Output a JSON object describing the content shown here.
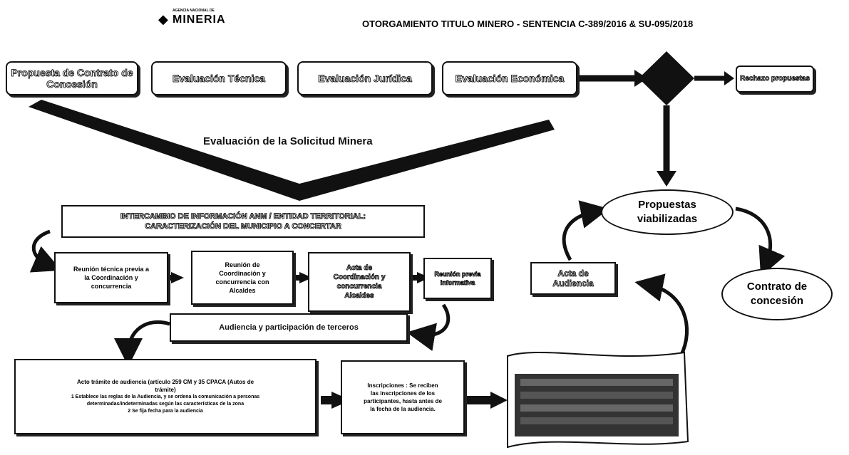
{
  "header": {
    "logo_small": "AGENCIA NACIONAL DE",
    "logo_main": "MINERIA",
    "title": "OTORGAMIENTO TITULO MINERO - SENTENCIA C-389/2016 & SU-095/2018"
  },
  "top_row": [
    "Propuesta de Contrato de Concesión",
    "Evaluación Técnica",
    "Evaluación Jurídica",
    "Evaluación Económica"
  ],
  "rechazo": "Rechazo propuestas",
  "evaluacion_label": "Evaluación de la Solicitud Minera",
  "intercambio": "INTERCAMBIO DE INFORMACIÓN ANM / ENTIDAD TERRITORIAL: CARACTERIZACIÓN DEL MUNICIPIO A CONCERTAR",
  "middle_row": [
    "Reunión técnica previa a la Coordinación y concurrencia",
    "Reunión de Coordinación y concurrencia con Alcaldes",
    "Acta de Coordinación y concurrencia Alcaldes",
    "Reunión previa informativa"
  ],
  "audiencia": "Audiencia y participación de terceros",
  "acto_tramite": {
    "title": "Acto trámite de audiencia (artículo 259 CM y 35 CPACA (Autos de trámite)",
    "line1": "1 Establece las reglas de la Audiencia, y se ordena la comunicación a personas determinadas/indeterminadas según las características de la zona",
    "line2": "2 Se fija fecha para la audiencia"
  },
  "inscripciones": "Inscripciones : Se reciben las inscripciones de los participantes, hasta antes de la fecha de la audiencia.",
  "acta_audiencia": "Acta de Audiencia",
  "propuestas_viabilizadas": "Propuestas viabilizadas",
  "contrato": "Contrato de concesión",
  "colors": {
    "stroke": "#111111",
    "background": "#ffffff"
  }
}
